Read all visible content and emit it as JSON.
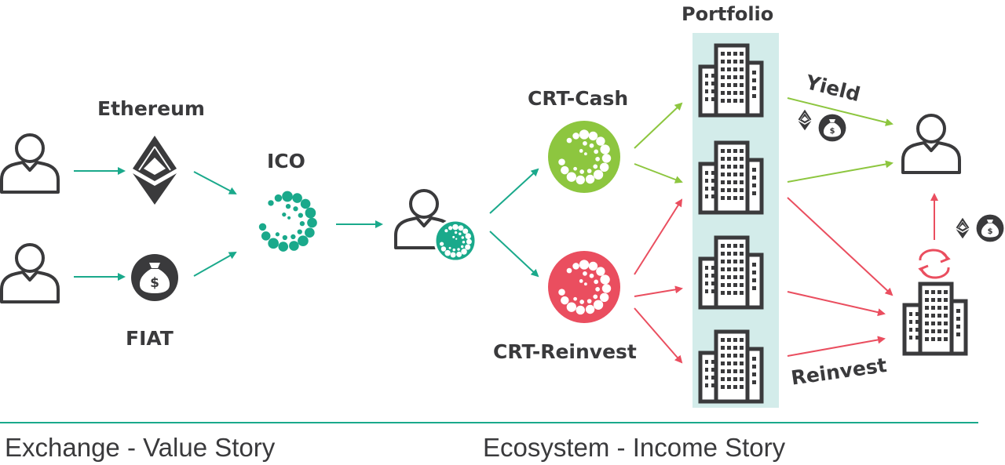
{
  "labels": {
    "ethereum": "Ethereum",
    "fiat": "FIAT",
    "ico": "ICO",
    "crt_cash": "CRT-Cash",
    "crt_reinvest": "CRT-Reinvest",
    "portfolio": "Portfolio",
    "yield": "Yield",
    "reinvest": "Reinvest"
  },
  "sections": {
    "left": "Exchange - Value Story",
    "right": "Ecosystem - Income Story"
  },
  "colors": {
    "text": "#3a3a3c",
    "teal": "#1aa98b",
    "green": "#8dc63f",
    "red": "#ea4e5f",
    "portfolio_band": "#d3ecea",
    "icon_dark": "#3a3a3c"
  },
  "icons": {
    "user": "user-icon",
    "ethereum": "ethereum-icon",
    "money_bag": "money-bag-icon",
    "ico_token": "ico-token-icon",
    "building": "building-icon",
    "reinvest_cycle": "cycle-arrows-icon"
  }
}
